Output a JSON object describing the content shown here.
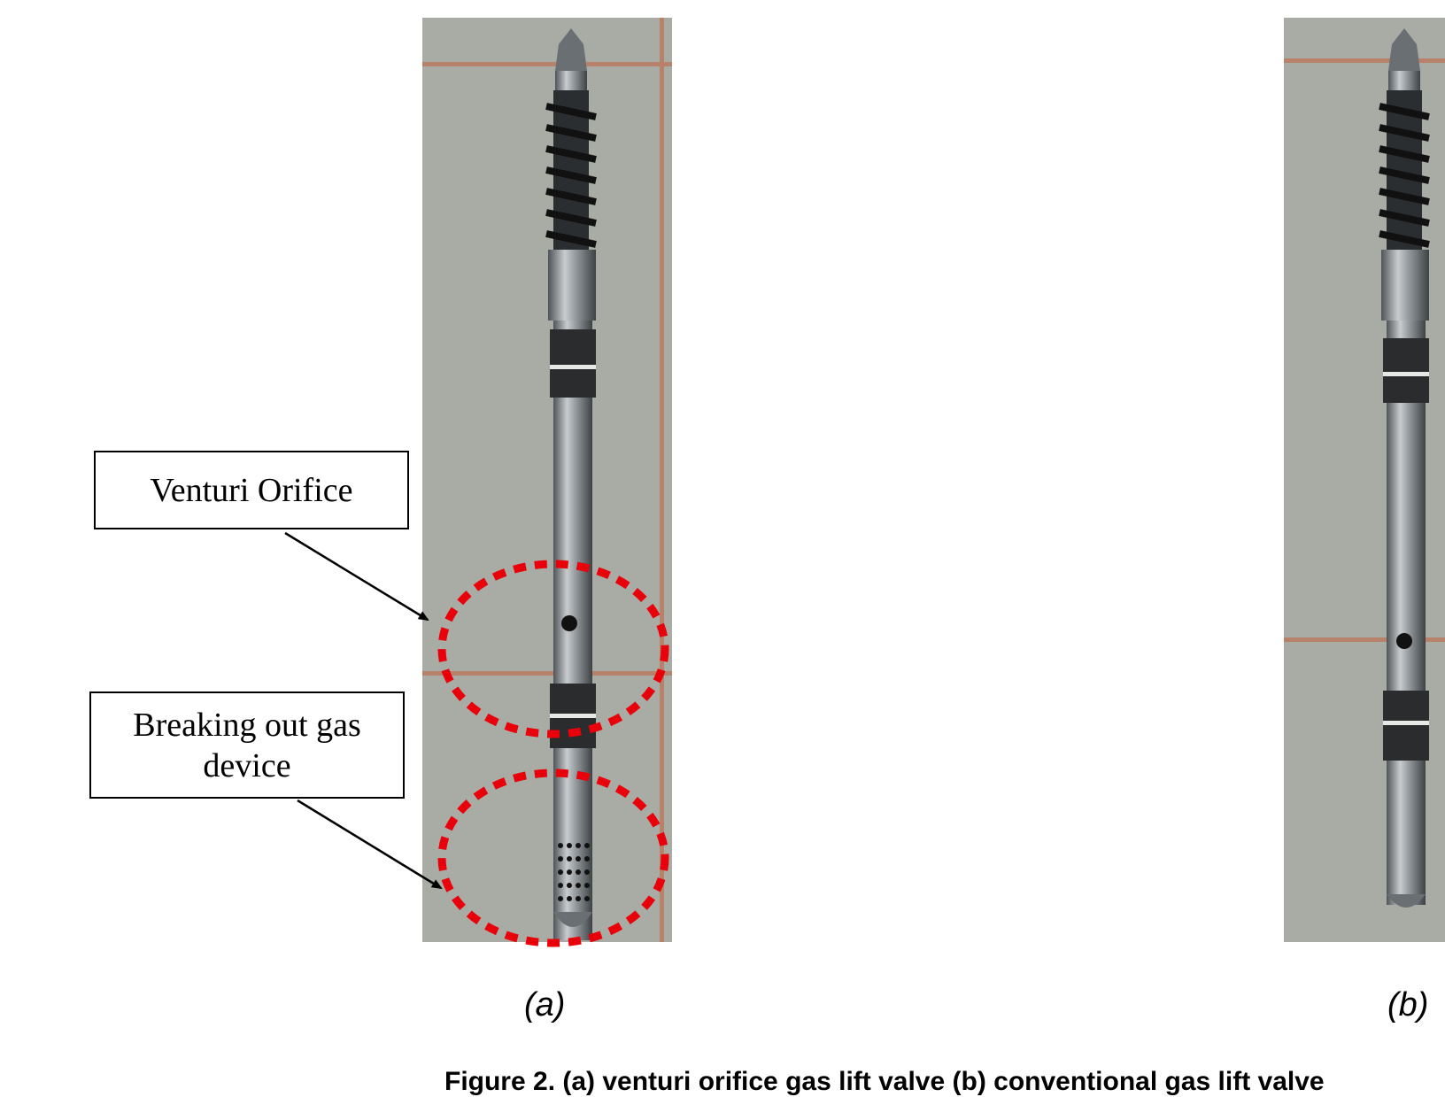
{
  "figure": {
    "labels": {
      "venturi": "Venturi Orifice",
      "breaking": "Breaking out gas device"
    },
    "sub_labels": {
      "a": "(a)",
      "b": "(b)"
    },
    "caption": "Figure 2. (a) venturi orifice gas lift valve (b) conventional gas lift valve",
    "colors": {
      "highlight": "#e8000b",
      "tile": "#a7aaa2",
      "grout": "#b8826a",
      "metal": "#8e9398"
    }
  }
}
